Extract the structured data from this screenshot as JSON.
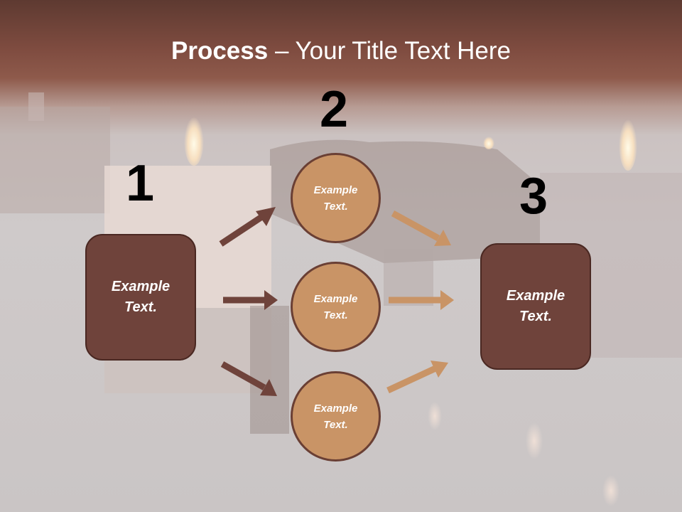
{
  "title": {
    "bold": "Process",
    "rest": " – Your Title Text Here"
  },
  "steps": {
    "one": "1",
    "two": "2",
    "three": "3"
  },
  "left_box": {
    "line1": "Example",
    "line2": "Text."
  },
  "circles": [
    {
      "line1": "Example",
      "line2": "Text."
    },
    {
      "line1": "Example",
      "line2": "Text."
    },
    {
      "line1": "Example",
      "line2": "Text."
    }
  ],
  "right_box": {
    "line1": "Example",
    "line2": "Text."
  },
  "colors": {
    "box": "#6f433b",
    "circle": "#c99466",
    "arrow_left": "#6f433b",
    "arrow_right": "#c99466",
    "header": "#7f4c40"
  }
}
